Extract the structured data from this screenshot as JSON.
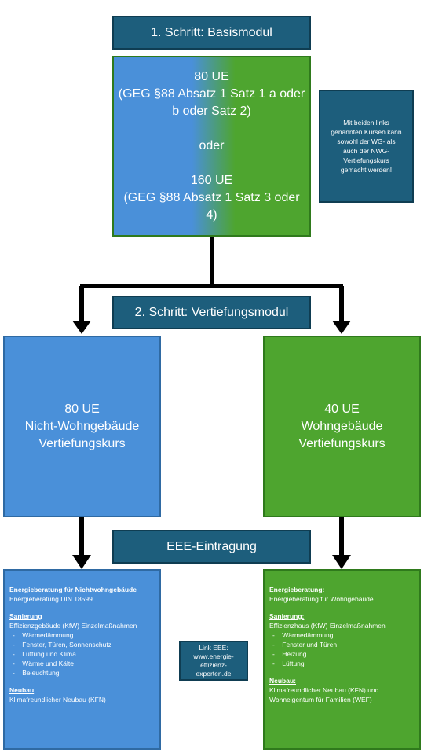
{
  "step1": {
    "label": "1. Schritt: Basismodul"
  },
  "basis": {
    "lines": [
      "80 UE",
      "(GEG §88 Absatz 1 Satz 1 a oder",
      "b oder Satz 2)",
      "",
      "oder",
      "",
      "160 UE",
      "(GEG §88 Absatz 1 Satz 3 oder",
      "4)"
    ]
  },
  "note": {
    "lines": [
      "Mit beiden links",
      "genannten Kursen kann",
      "sowohl der WG- als",
      "auch der NWG-",
      "Vertiefungskurs",
      "gemacht werden!"
    ]
  },
  "step2": {
    "label": "2. Schritt: Vertiefungsmodul"
  },
  "nwg": {
    "lines": [
      "80 UE",
      "Nicht-Wohngebäude",
      "Vertiefungskurs"
    ]
  },
  "wg": {
    "lines": [
      "40 UE",
      "Wohngebäude",
      "Vertiefungskurs"
    ]
  },
  "eee": {
    "label": "EEE-Eintragung"
  },
  "link": {
    "lines": [
      "Link EEE:",
      "www.energie-",
      "effizienz-",
      "experten.de"
    ]
  },
  "nwg_detail": {
    "heading1": "Energieberatung für Nichtwohngebäude",
    "text1": "Energieberatung DIN 18599",
    "heading2": "Sanierung",
    "text2": "Effizienzgebäude (KfW) Einzelmaßnahmen",
    "items": [
      "-    Wärmedämmung",
      "-    Fenster, Türen, Sonnenschutz",
      "-    Lüftung und Klima",
      "-    Wärme und Kälte",
      "-    Beleuchtung"
    ],
    "heading3": "Neubau",
    "text3": "Klimafreundlicher Neubau (KFN)"
  },
  "wg_detail": {
    "heading1": "Energieberatung:",
    "text1": "Energieberatung für Wohngebäude",
    "heading2": "Sanierung:",
    "text2": "Effizienzhaus (KfW) Einzelmaßnahmen",
    "items": [
      "-    Wärmedämmung",
      "-    Fenster und Türen",
      "-    Heizung",
      "-    Lüftung"
    ],
    "heading3": "Neubau:",
    "text3a": "Klimafreundlicher Neubau (KFN) und",
    "text3b": "Wohneigentum für Familien (WEF)"
  },
  "colors": {
    "navy": "#1d5e7c",
    "blue": "#4a90d9",
    "green": "#4ea52f",
    "connector": "#000000"
  }
}
